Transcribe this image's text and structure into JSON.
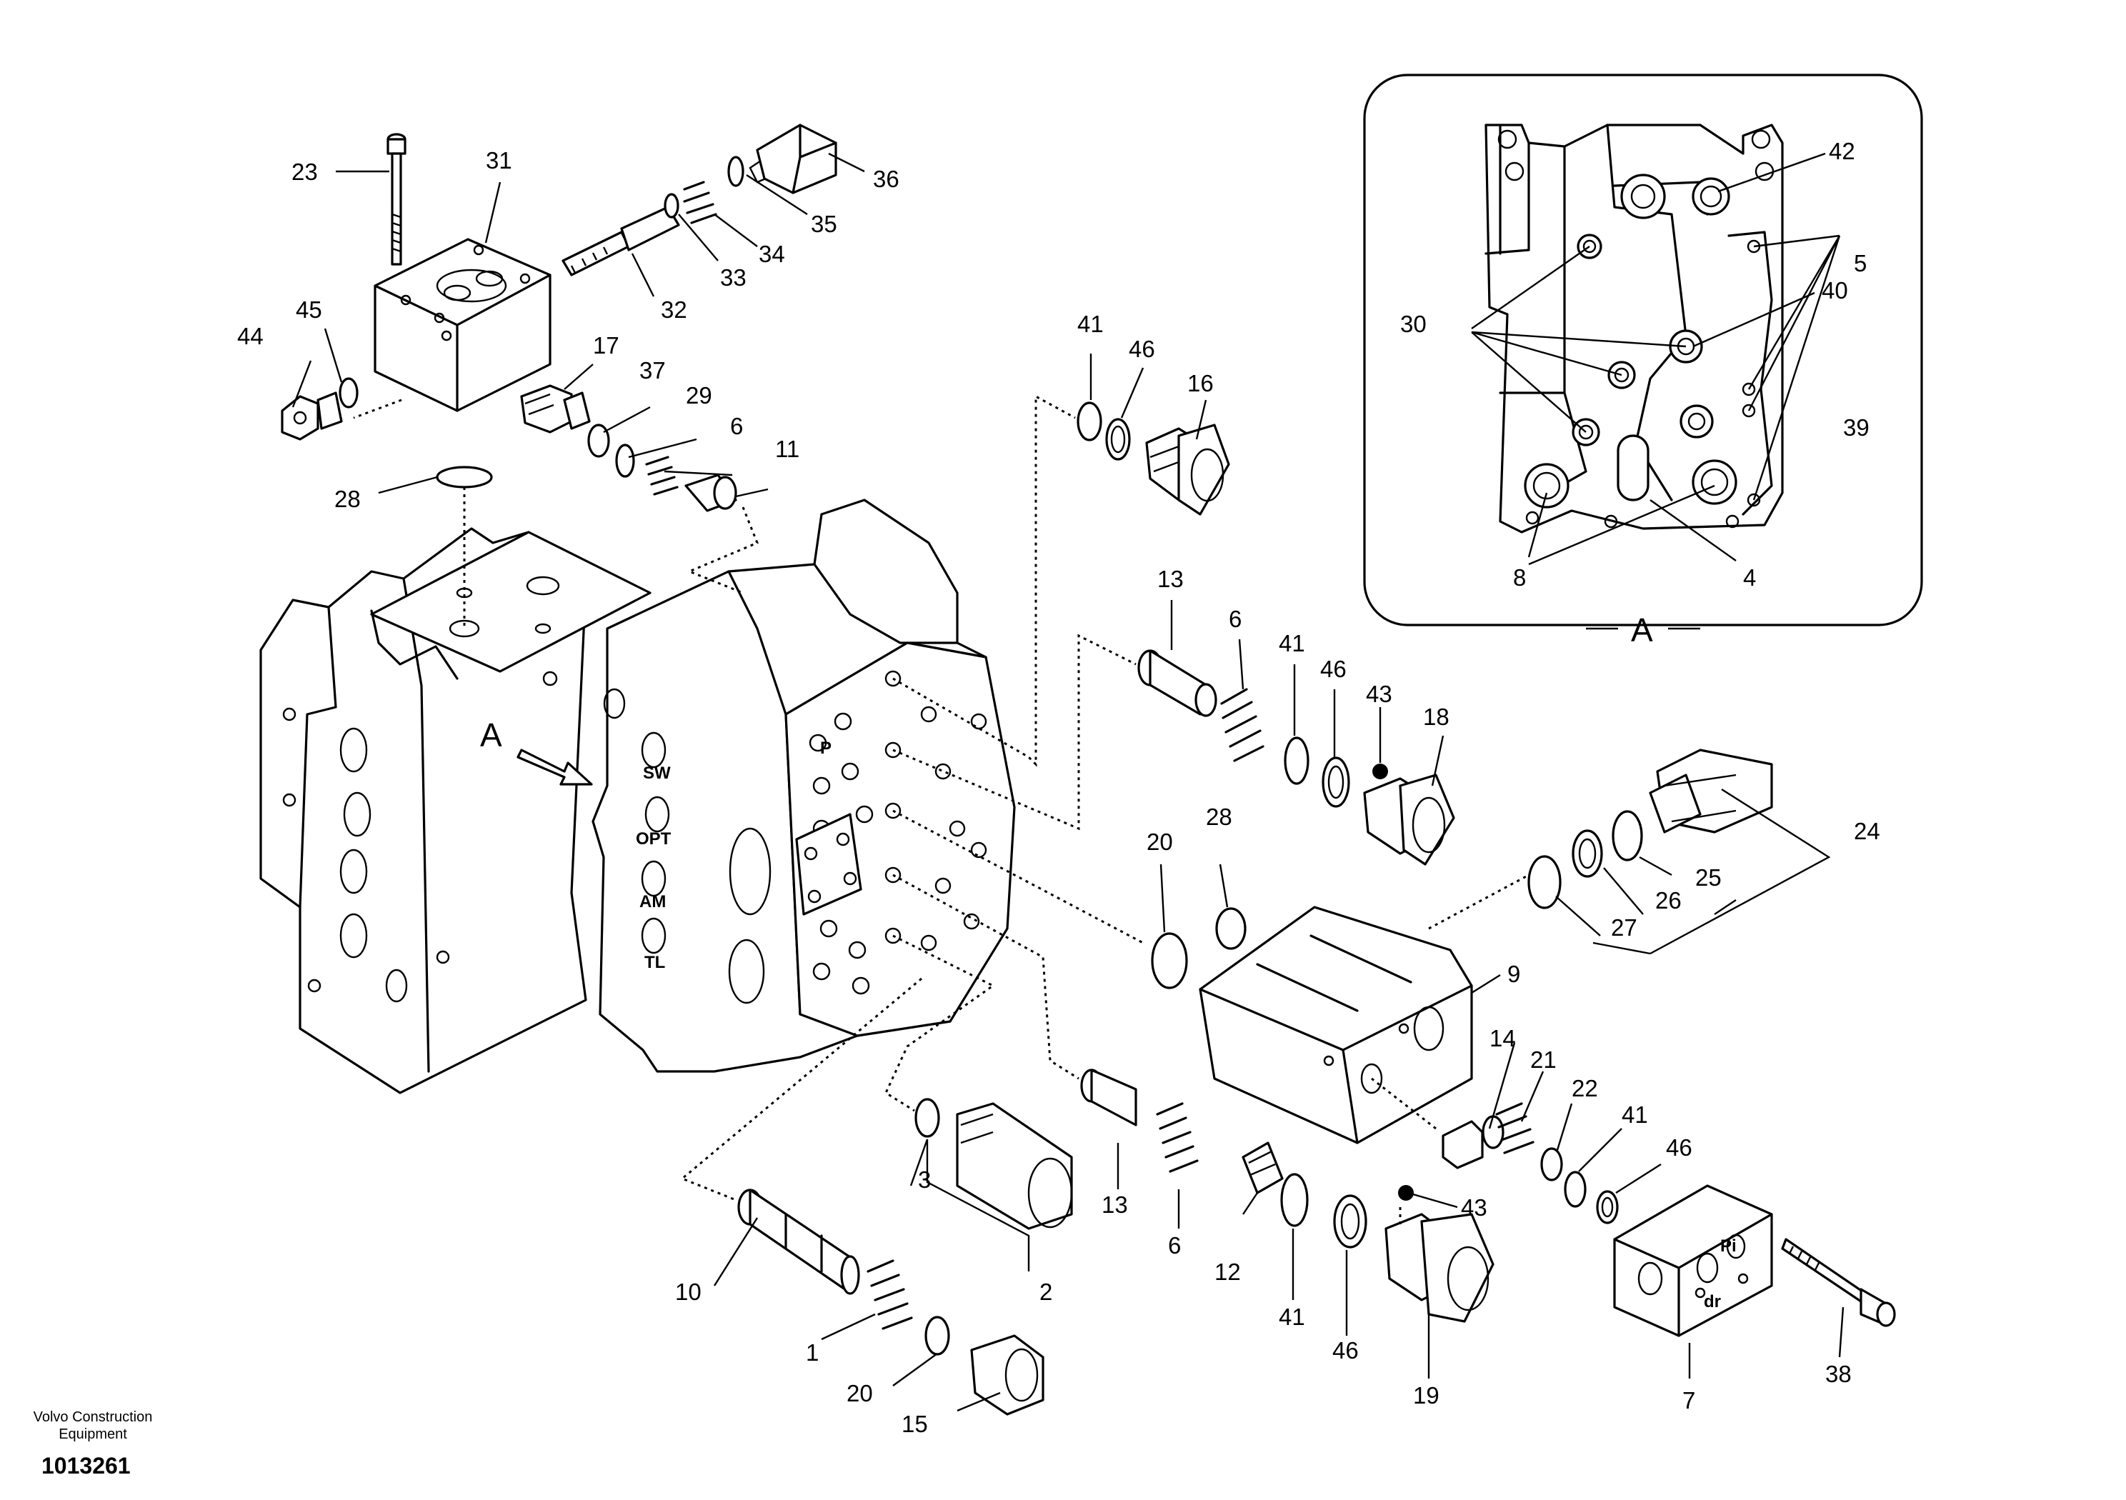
{
  "callouts": {
    "c1": "1",
    "c2": "2",
    "c3": "3",
    "c4": "4",
    "c5": "5",
    "c6a": "6",
    "c6b": "6",
    "c6c": "6",
    "c7": "7",
    "c8": "8",
    "c9": "9",
    "c10": "10",
    "c11": "11",
    "c12": "12",
    "c13a": "13",
    "c13b": "13",
    "c14": "14",
    "c15": "15",
    "c16": "16",
    "c17": "17",
    "c18": "18",
    "c19": "19",
    "c20a": "20",
    "c20b": "20",
    "c21": "21",
    "c22": "22",
    "c23": "23",
    "c24": "24",
    "c25": "25",
    "c26": "26",
    "c27": "27",
    "c28a": "28",
    "c28b": "28",
    "c29": "29",
    "c30": "30",
    "c31": "31",
    "c32": "32",
    "c33": "33",
    "c34": "34",
    "c35": "35",
    "c36": "36",
    "c37": "37",
    "c38": "38",
    "c39": "39",
    "c40": "40",
    "c41a": "41",
    "c41b": "41",
    "c41c": "41",
    "c41d": "41",
    "c42": "42",
    "c43a": "43",
    "c43b": "43",
    "c44": "44",
    "c45": "45",
    "c46a": "46",
    "c46b": "46",
    "c46c": "46",
    "c46d": "46"
  },
  "view_labels": {
    "arrow_label": "A",
    "inset_label": "A"
  },
  "port_labels": {
    "sw": "SW",
    "opt": "OPT",
    "am": "AM",
    "tl": "TL",
    "p": "P",
    "pi": "Pi",
    "dr": "dr"
  },
  "footer": {
    "maker_line1": "Volvo Construction",
    "maker_line2": "Equipment",
    "drawing_number": "1013261"
  }
}
